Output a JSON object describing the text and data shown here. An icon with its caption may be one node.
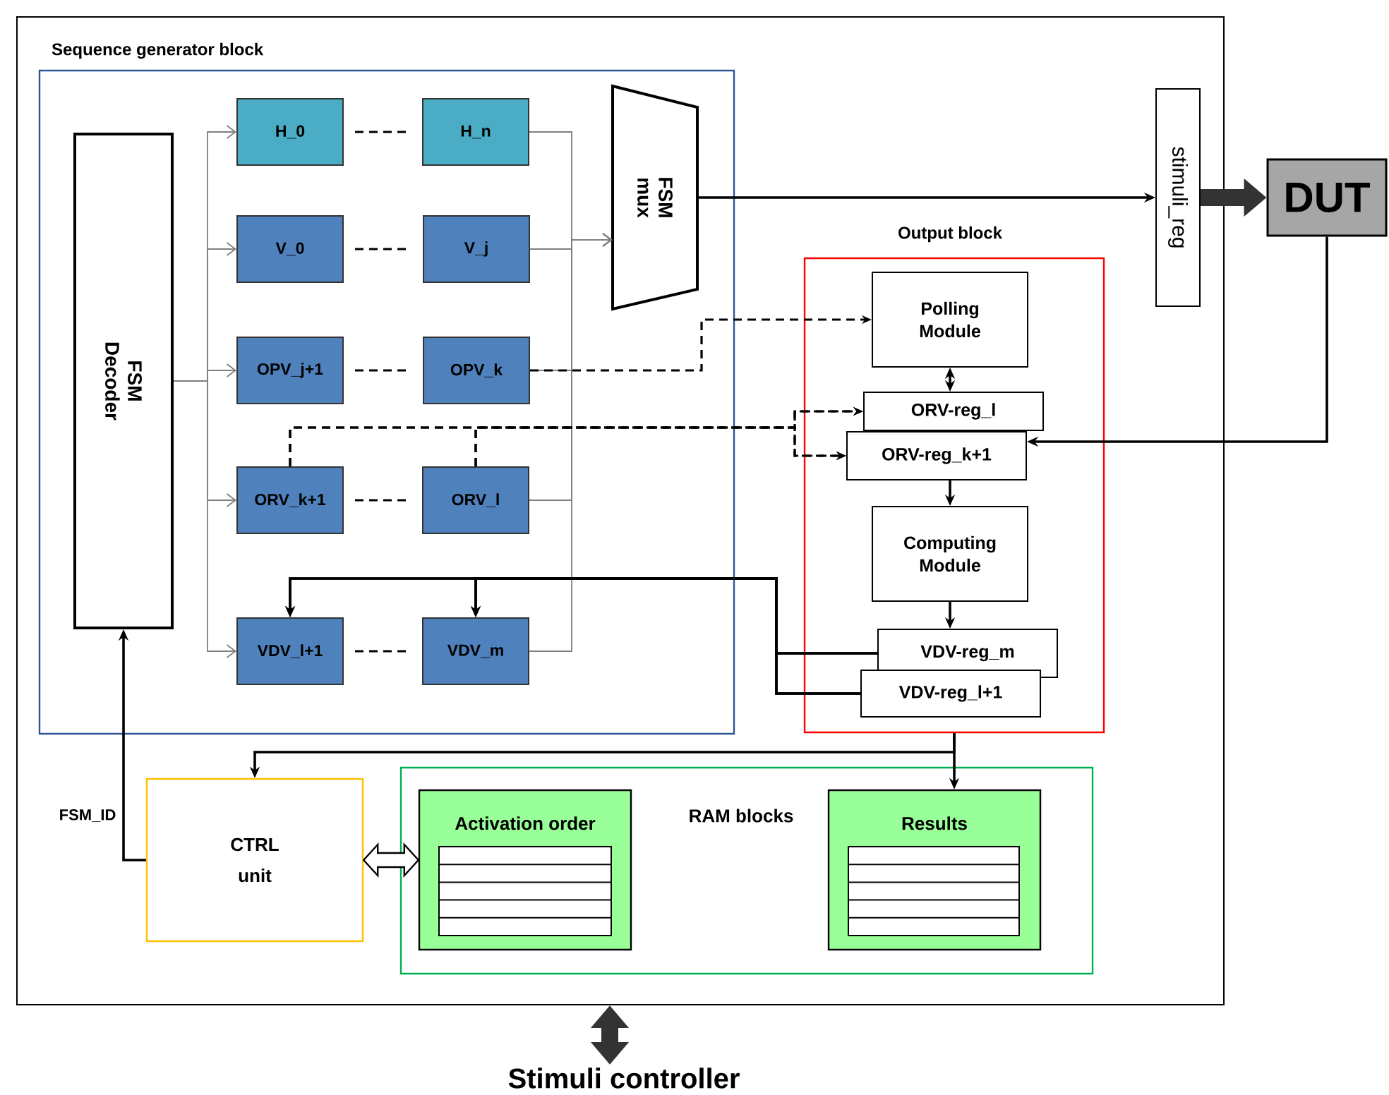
{
  "diagram": {
    "nodes": [
      {
        "text": [],
        "shape": "box"
      },
      {
        "text": [
          "Sequence generator block"
        ],
        "in": 0
      },
      {
        "text": [
          "FSM Decoder"
        ],
        "in": 1
      },
      {
        "text": [
          "H_0"
        ],
        "in": 1
      },
      {
        "text": [
          "H_n"
        ],
        "in": 1
      },
      {
        "text": [
          "V_0"
        ],
        "in": 1
      },
      {
        "text": [
          "V_j"
        ],
        "in": 1
      },
      {
        "text": [
          "OPV_j+1"
        ],
        "in": 1
      },
      {
        "text": [
          "OPV_k"
        ],
        "in": 1
      },
      {
        "text": [
          "ORV_k+1"
        ],
        "in": 1
      },
      {
        "text": [
          "ORV_l"
        ],
        "in": 1
      },
      {
        "text": [
          "VDV_l+1"
        ],
        "in": 1
      },
      {
        "text": [
          "VDV_m"
        ],
        "in": 1
      },
      {
        "text": [
          "FSM mux"
        ],
        "in": 1
      },
      {
        "text": [
          "stimuli_reg"
        ],
        "in": 0
      },
      {
        "text": [
          "DUT"
        ]
      },
      {
        "text": [
          "Output block"
        ],
        "in": 0
      },
      {
        "text": [
          "Polling Module"
        ],
        "in": 16
      },
      {
        "text": [
          "ORV-reg_l"
        ],
        "in": 16
      },
      {
        "text": [
          "ORV-reg_k+1"
        ],
        "in": 16
      },
      {
        "text": [
          "Computing Module"
        ],
        "in": 16
      },
      {
        "text": [
          "VDV-reg_m"
        ],
        "in": 16
      },
      {
        "text": [
          "VDV-reg_l+1"
        ],
        "in": 16
      },
      {
        "text": [
          "CTRL unit"
        ],
        "in": 0
      },
      {
        "text": [
          "RAM blocks"
        ],
        "in": 0
      },
      {
        "text": [
          "Activation order"
        ],
        "in": 24
      },
      {
        "text": [
          "Results"
        ],
        "in": 24
      },
      {
        "text": [
          "Stimuli controller"
        ]
      }
    ],
    "edges": [
      {
        "from": 2,
        "to": 3,
        "arrow": "to",
        "color": "#7f7f7f"
      },
      {
        "from": 2,
        "to": 5,
        "arrow": "to",
        "color": "#7f7f7f"
      },
      {
        "from": 2,
        "to": 7,
        "arrow": "to",
        "color": "#7f7f7f"
      },
      {
        "from": 2,
        "to": 9,
        "arrow": "to",
        "color": "#7f7f7f"
      },
      {
        "from": 2,
        "to": 11,
        "arrow": "to",
        "color": "#7f7f7f"
      },
      {
        "from": 3,
        "to": 4,
        "arrow": "none",
        "style": "dashed"
      },
      {
        "from": 5,
        "to": 6,
        "arrow": "none",
        "style": "dashed"
      },
      {
        "from": 7,
        "to": 8,
        "arrow": "none",
        "style": "dashed"
      },
      {
        "from": 9,
        "to": 10,
        "arrow": "none",
        "style": "dashed"
      },
      {
        "from": 11,
        "to": 12,
        "arrow": "none",
        "style": "dashed"
      },
      {
        "from": 4,
        "to": 13,
        "arrow": "to",
        "color": "#7f7f7f"
      },
      {
        "from": 6,
        "to": 13,
        "arrow": "to",
        "color": "#7f7f7f"
      },
      {
        "from": 8,
        "to": 13,
        "arrow": "to",
        "color": "#7f7f7f"
      },
      {
        "from": 10,
        "to": 13,
        "arrow": "to",
        "color": "#7f7f7f"
      },
      {
        "from": 12,
        "to": 13,
        "arrow": "to",
        "color": "#7f7f7f"
      },
      {
        "from": 13,
        "to": 14,
        "arrow": "to"
      },
      {
        "from": 14,
        "to": 15,
        "arrow": "to",
        "style": "thick",
        "color": "#333333"
      },
      {
        "from": 8,
        "to": 17,
        "arrow": "to",
        "style": "dashed"
      },
      {
        "from": 9,
        "to": 18,
        "arrow": "to",
        "style": "dashed"
      },
      {
        "from": 9,
        "to": 19,
        "arrow": "to",
        "style": "dashed"
      },
      {
        "from": 10,
        "to": 18,
        "arrow": "to",
        "style": "dashed"
      },
      {
        "from": 10,
        "to": 19,
        "arrow": "to",
        "style": "dashed"
      },
      {
        "from": 17,
        "to": 18,
        "arrow": "both"
      },
      {
        "from": 15,
        "to": 19,
        "arrow": "to"
      },
      {
        "from": 19,
        "to": 20,
        "arrow": "to"
      },
      {
        "from": 20,
        "to": 21,
        "arrow": "to"
      },
      {
        "from": 21,
        "to": 11,
        "arrow": "to"
      },
      {
        "from": 21,
        "to": 12,
        "arrow": "to"
      },
      {
        "from": 22,
        "to": 11,
        "arrow": "to"
      },
      {
        "from": 22,
        "to": 12,
        "arrow": "to"
      },
      {
        "from": 16,
        "to": 23,
        "arrow": "to"
      },
      {
        "from": 16,
        "to": 26,
        "arrow": "to"
      },
      {
        "from": 23,
        "to": 2,
        "arrow": "to",
        "label": "FSM_ID"
      },
      {
        "from": 23,
        "to": 25,
        "arrow": "both",
        "style": "thick",
        "color": "#ffffff"
      },
      {
        "from": 0,
        "to": 27,
        "arrow": "both",
        "style": "thick",
        "color": "#333333"
      }
    ]
  }
}
